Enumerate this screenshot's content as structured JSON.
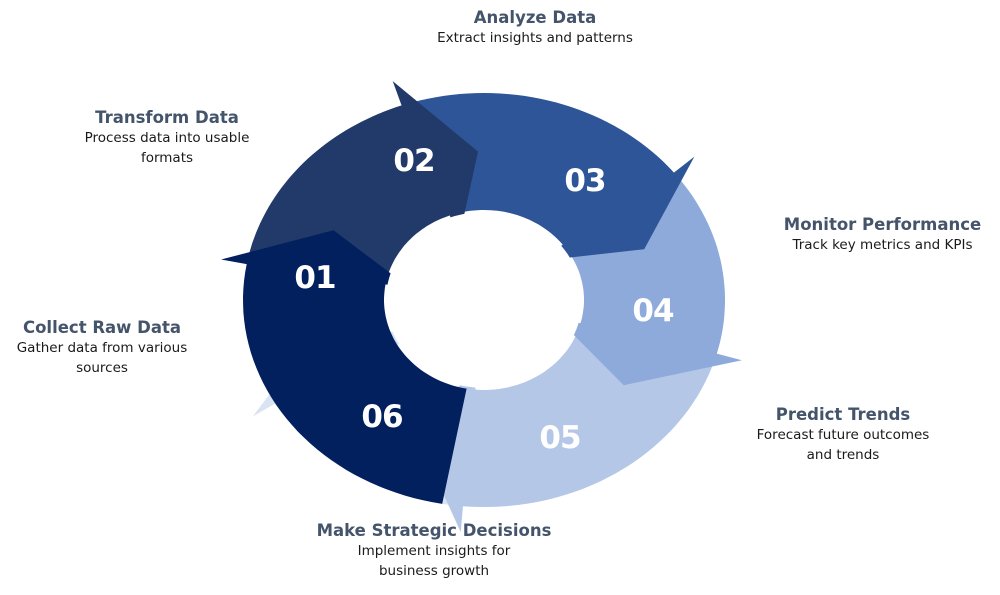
{
  "diagram": {
    "type": "circular-process-cycle",
    "steps": [
      {
        "number": "01",
        "title": "Collect Raw Data",
        "description": "Gather data from various sources",
        "desc_line1": "Gather data from various",
        "desc_line2": "sources",
        "color": "#021f5e"
      },
      {
        "number": "02",
        "title": "Transform Data",
        "description": "Process data into usable formats",
        "desc_line1": "Process data into usable",
        "desc_line2": "formats",
        "color": "#213a6a"
      },
      {
        "number": "03",
        "title": "Analyze Data",
        "description": "Extract insights and patterns",
        "desc_line1": "Extract insights and patterns",
        "desc_line2": "",
        "color": "#2e5597"
      },
      {
        "number": "04",
        "title": "Monitor Performance",
        "description": "Track key metrics and KPIs",
        "desc_line1": "Track key metrics and KPIs",
        "desc_line2": "",
        "color": "#8eaadb"
      },
      {
        "number": "05",
        "title": "Predict Trends",
        "description": "Forecast future outcomes and trends",
        "desc_line1": "Forecast future outcomes",
        "desc_line2": "and trends",
        "color": "#b4c7e7"
      },
      {
        "number": "06",
        "title": "Make Strategic Decisions",
        "description": "Implement insights for business growth",
        "desc_line1": "Implement insights for",
        "desc_line2": "business growth",
        "color": "#dae3f3"
      }
    ],
    "colors": {
      "title_text": "#44546a",
      "body_text": "#1a1a1a",
      "number_text": "#ffffff",
      "background": "#ffffff"
    }
  }
}
